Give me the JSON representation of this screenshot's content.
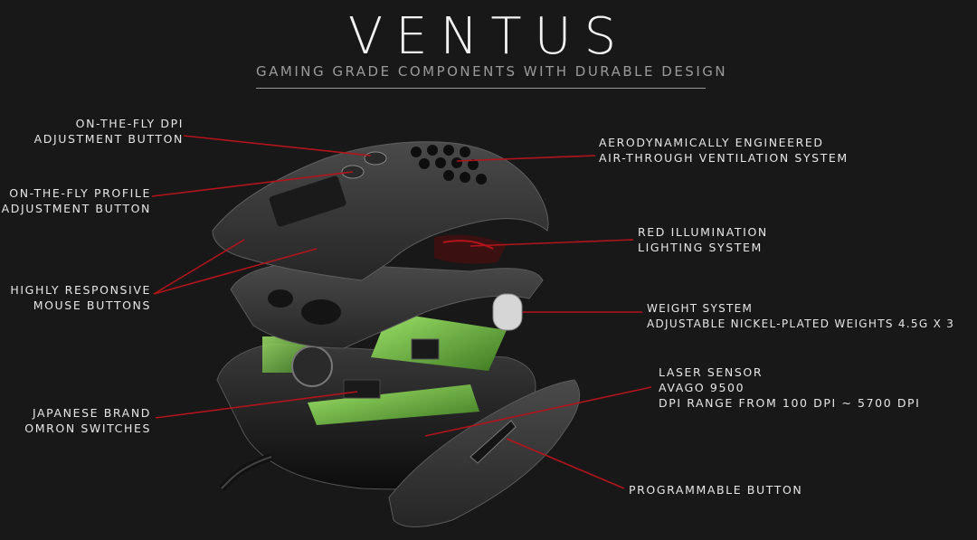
{
  "header": {
    "title": "VENTUS",
    "subtitle": "GAMING GRADE COMPONENTS WITH DURABLE DESIGN"
  },
  "callouts": {
    "dpi_button": {
      "line1": "ON-THE-FLY DPI",
      "line2": "ADJUSTMENT BUTTON"
    },
    "profile_button": {
      "line1": "ON-THE-FLY PROFILE",
      "line2": "ADJUSTMENT BUTTON"
    },
    "mouse_buttons": {
      "line1": "HIGHLY RESPONSIVE",
      "line2": "MOUSE BUTTONS"
    },
    "omron_switches": {
      "line1": "JAPANESE BRAND",
      "line2": "OMRON SWITCHES"
    },
    "ventilation": {
      "line1": "AERODYNAMICALLY ENGINEERED",
      "line2": "AIR-THROUGH VENTILATION SYSTEM"
    },
    "illumination": {
      "line1": "RED ILLUMINATION",
      "line2": "LIGHTING SYSTEM"
    },
    "weight": {
      "line1": "WEIGHT SYSTEM",
      "line2": "ADJUSTABLE NICKEL-PLATED WEIGHTS 4.5G X 3"
    },
    "laser": {
      "line1": "LASER SENSOR",
      "line2": "AVAGO 9500",
      "line3": "DPI RANGE FROM 100 DPI ~ 5700 DPI"
    },
    "programmable": {
      "line1": "PROGRAMMABLE BUTTON"
    }
  },
  "colors": {
    "background": "#181818",
    "accent": "#c0141c",
    "pcb": "#6fcf3a"
  }
}
